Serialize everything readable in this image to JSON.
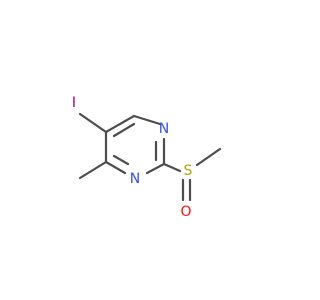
{
  "molecule": {
    "atoms": {
      "iodine": "I",
      "nitrogen_top": "N",
      "nitrogen_bottom": "N",
      "sulfur": "S",
      "oxygen": "O"
    },
    "colors": {
      "bond": "#4d4d4d",
      "iodine": "#940094",
      "nitrogen": "#3050f8",
      "sulfur": "#b8a300",
      "oxygen": "#ff0d0d"
    }
  }
}
